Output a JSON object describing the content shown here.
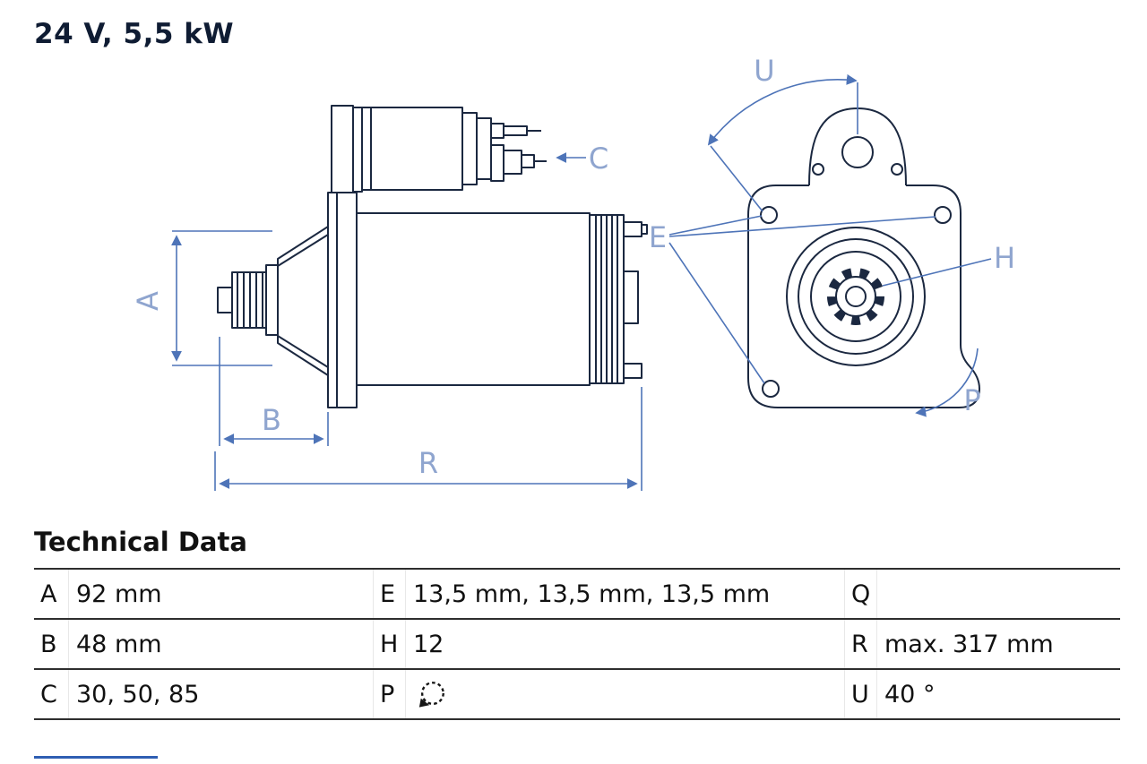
{
  "title": "24 V, 5,5 kW",
  "drawing": {
    "labels": {
      "A": "A",
      "B": "B",
      "C": "C",
      "E": "E",
      "H": "H",
      "P": "P",
      "R": "R",
      "U": "U"
    },
    "colors": {
      "outline": "#1b2840",
      "dimension": "#4e74b8",
      "label": "#8fa5cf"
    }
  },
  "technical_data": {
    "heading": "Technical Data",
    "rows": [
      [
        {
          "key": "A",
          "value": "92 mm"
        },
        {
          "key": "E",
          "value": "13,5 mm, 13,5 mm, 13,5 mm"
        },
        {
          "key": "Q",
          "value": ""
        }
      ],
      [
        {
          "key": "B",
          "value": "48 mm"
        },
        {
          "key": "H",
          "value": "12"
        },
        {
          "key": "R",
          "value": "max. 317 mm"
        }
      ],
      [
        {
          "key": "C",
          "value": "30, 50, 85"
        },
        {
          "key": "P",
          "value": "",
          "icon": "rotation-ccw-icon"
        },
        {
          "key": "U",
          "value": "40 °"
        }
      ]
    ]
  },
  "accent_line_color": "#2f5fb3"
}
